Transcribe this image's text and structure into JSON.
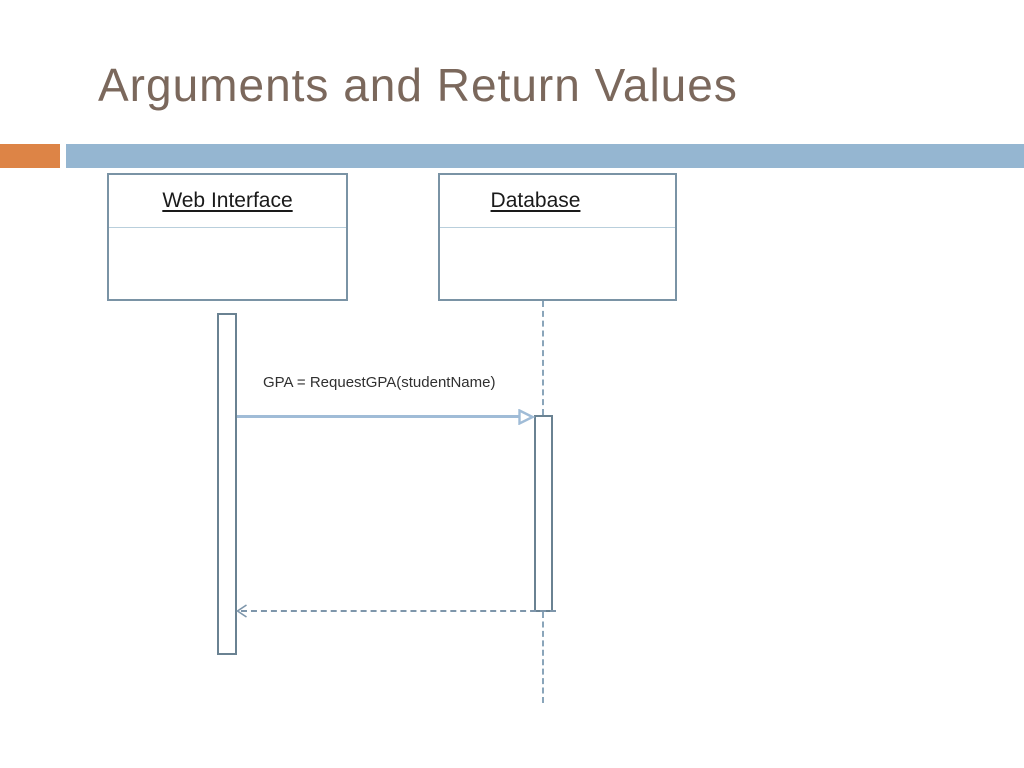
{
  "slide": {
    "title": "Arguments and Return Values"
  },
  "colors": {
    "title": "#7b685c",
    "accent-orange": "#dd8446",
    "accent-blue": "#95b6d1",
    "box-border": "#7a93a5",
    "box-divider": "#b9cfdc",
    "activation-border": "#6a8292",
    "call-arrow": "#a0bcd7",
    "return-arrow": "#7e96ab",
    "lifeline": "#8aa5ba",
    "message-text": "#303030"
  },
  "diagram": {
    "participants": [
      {
        "label": "Web Interface"
      },
      {
        "label": "Database"
      }
    ],
    "messages": [
      {
        "label": "GPA = RequestGPA(studentName)",
        "kind": "call"
      },
      {
        "label": "",
        "kind": "return"
      }
    ]
  }
}
